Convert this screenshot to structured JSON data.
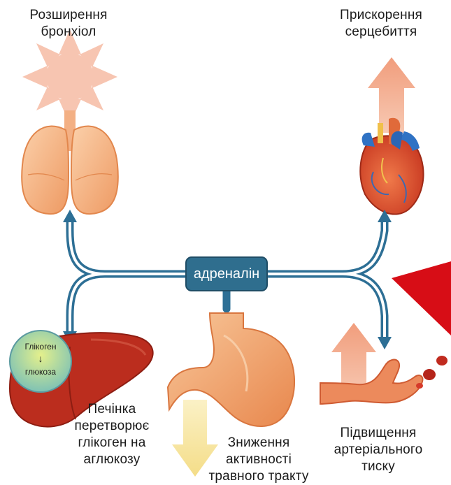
{
  "center": {
    "label": "адреналін"
  },
  "effects": {
    "bronchi": {
      "line1": "Розширення",
      "line2": "бронхіол"
    },
    "heart": {
      "line1": "Прискорення",
      "line2": "серцебиття"
    },
    "liver": {
      "line1": "Печінка",
      "line2": "перетворює",
      "line3": "глікоген на",
      "line4": "аглюкозу"
    },
    "stomach": {
      "line1": "Зниження",
      "line2": "активності",
      "line3": "травного тракту"
    },
    "pressure": {
      "line1": "Підвищення",
      "line2": "артеріального",
      "line3": "тиску"
    }
  },
  "liver_inset": {
    "from": "Глікоген",
    "arrow": "↓",
    "to": "глюкоза"
  },
  "colors": {
    "pathway": "#2d6f95",
    "hub": "#2f6e8e",
    "arrow_up": "#f4b39c",
    "arrow_down": "#f6e6a2",
    "organ": "#f0a06c",
    "heart": "#d2442e",
    "liver": "#bb2d1e",
    "accent": "#d70d16"
  }
}
